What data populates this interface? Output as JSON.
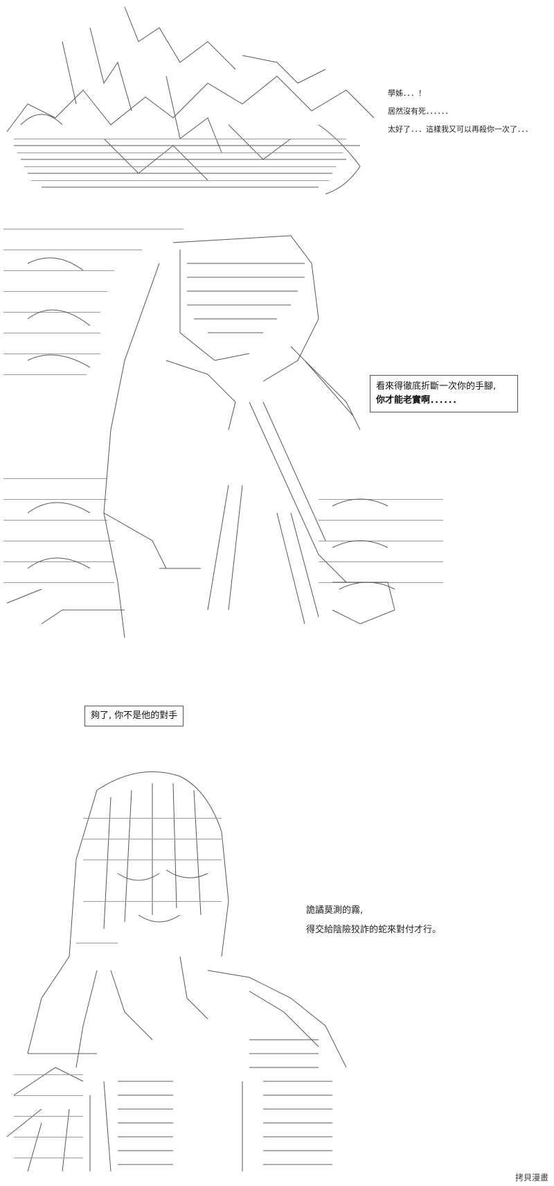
{
  "panel1": {
    "lines": [
      "學姊．．．！",
      "居然沒有死．．．．．．",
      "太好了．．．這樣我又可以再殺你一次了．．．"
    ]
  },
  "panel2": {
    "line1": "看來得徹底折斷一次你的手腳,",
    "line2": "你才能老實啊．．．．．．"
  },
  "panel3": {
    "line1": "夠了, 你不是他的對手"
  },
  "panel4": {
    "line1": "詭譎莫測的霧,",
    "line2": "得交給陰險狡詐的蛇來對付才行。"
  },
  "watermark": "拷貝漫畫"
}
